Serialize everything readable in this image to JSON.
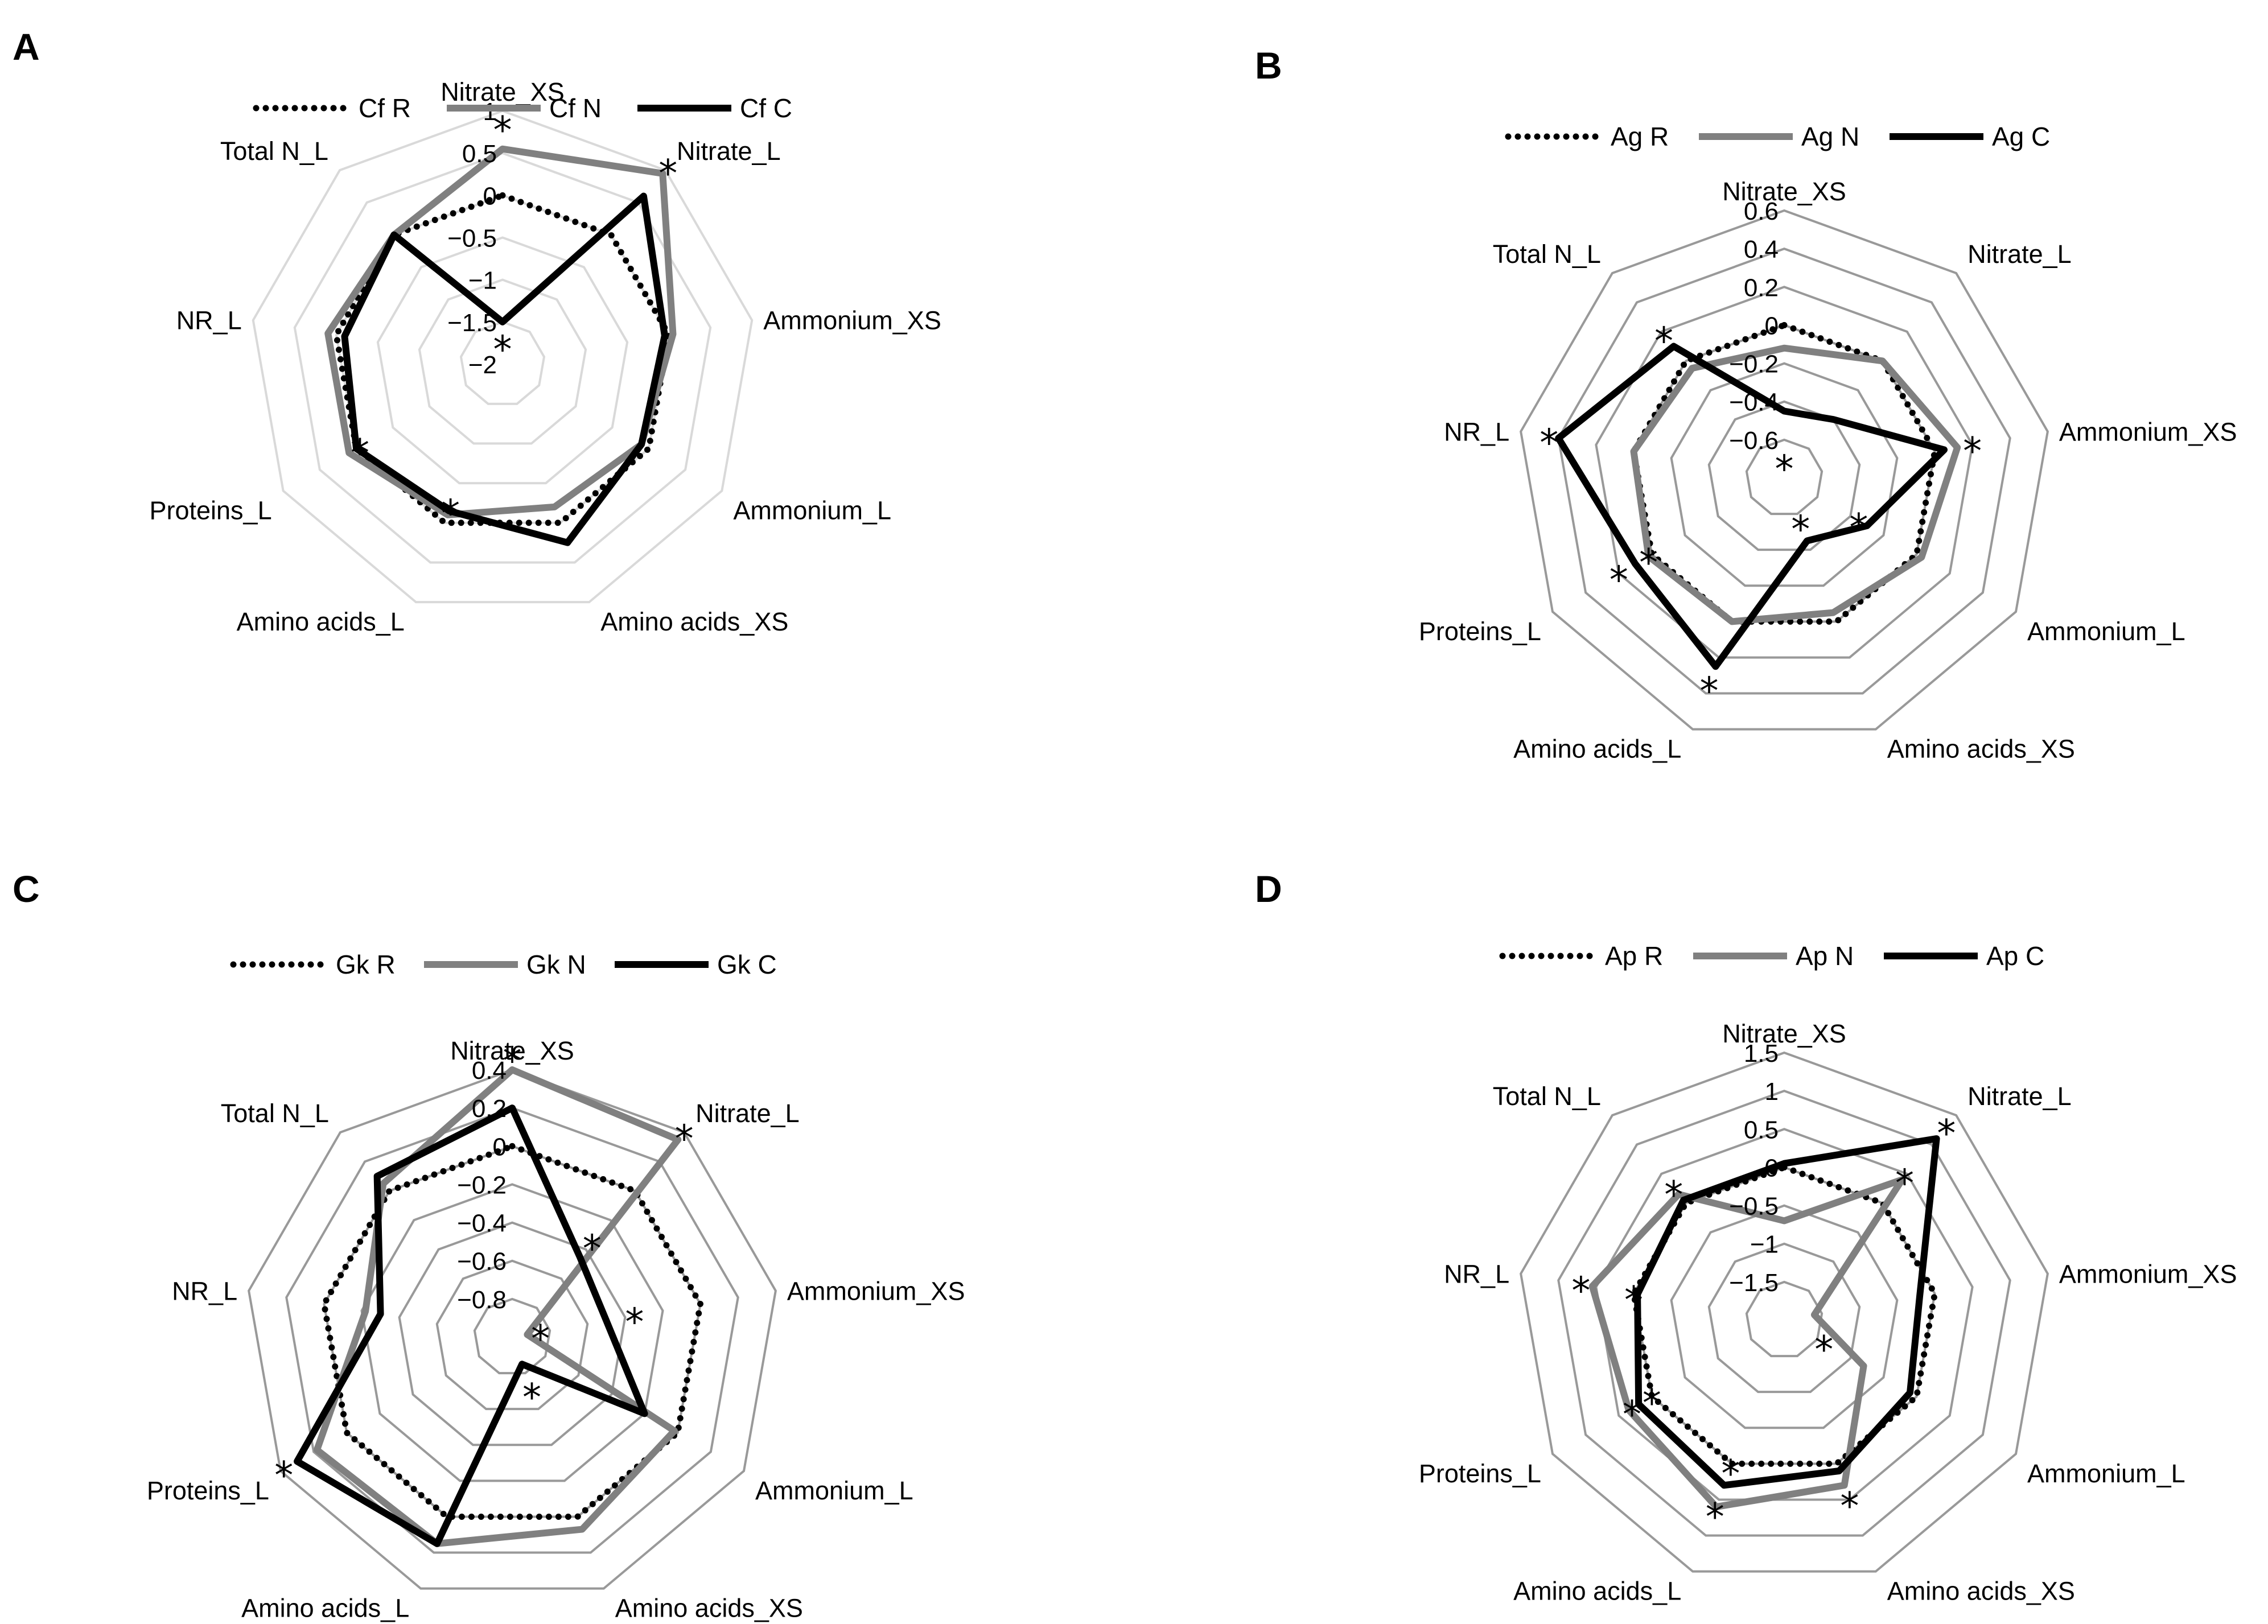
{
  "panels": [
    {
      "letter": "A"
    },
    {
      "letter": "B"
    },
    {
      "letter": "C"
    },
    {
      "letter": "D"
    }
  ],
  "chart_data": [
    {
      "type": "radar",
      "axes": [
        "Nitrate_XS",
        "Nitrate_L",
        "Ammonium_XS",
        "Ammonium_L",
        "Amino acids_XS",
        "Amino acids_L",
        "Proteins_L",
        "NR_L",
        "Total N_L"
      ],
      "ticks": [
        "1",
        "0.5",
        "0",
        "-0.5",
        "-1",
        "-1.5",
        "-2"
      ],
      "rlim": [
        -2,
        1
      ],
      "grid_color": "#d9d9d9",
      "legend": "top",
      "series": [
        {
          "name": "Cf R",
          "style": "dotted",
          "color": "#000000",
          "values": [
            0,
            0,
            0,
            0,
            0,
            0,
            0,
            0,
            0
          ]
        },
        {
          "name": "Cf N",
          "style": "solid",
          "color": "#808080",
          "values": [
            0.55,
            0.95,
            0.05,
            -0.1,
            -0.2,
            -0.1,
            0.1,
            0.1,
            0
          ]
        },
        {
          "name": "Cf C",
          "style": "solid",
          "color": "#000000",
          "values": [
            -1.5,
            0.6,
            -0.05,
            -0.1,
            0.25,
            -0.15,
            0,
            -0.1,
            0
          ]
        }
      ],
      "stars": [
        [
          0,
          0.85
        ],
        [
          1,
          1.05
        ],
        [
          0,
          -1.75
        ],
        [
          6,
          -0.05
        ],
        [
          5,
          -0.2
        ]
      ]
    },
    {
      "type": "radar",
      "axes": [
        "Nitrate_XS",
        "Nitrate_L",
        "Ammonium_XS",
        "Ammonium_L",
        "Amino acids_XS",
        "Amino acids_L",
        "Proteins_L",
        "NR_L",
        "Total N_L"
      ],
      "ticks": [
        "0.6",
        "0.4",
        "0.2",
        "0",
        "-0.2",
        "-0.4",
        "-0.6"
      ],
      "rlim": [
        -0.8,
        0.6
      ],
      "grid_color": "#999999",
      "legend": "top",
      "series": [
        {
          "name": "Ag R",
          "style": "dotted",
          "color": "#000000",
          "values": [
            0,
            0,
            0,
            0,
            0,
            0,
            0,
            0,
            0
          ]
        },
        {
          "name": "Ag N",
          "style": "solid",
          "color": "#808080",
          "values": [
            -0.12,
            0.0,
            0.12,
            0.03,
            -0.05,
            0.0,
            0.02,
            0.0,
            -0.05
          ]
        },
        {
          "name": "Ag C",
          "style": "solid",
          "color": "#000000",
          "values": [
            -0.45,
            -0.4,
            0.05,
            -0.3,
            -0.45,
            0.25,
            0.1,
            0.4,
            0.1
          ]
        }
      ],
      "stars": [
        [
          8,
          0.18
        ],
        [
          7,
          0.45
        ],
        [
          6,
          0.02
        ],
        [
          6,
          0.2
        ],
        [
          5,
          0.35
        ],
        [
          4,
          -0.55
        ],
        [
          3,
          -0.35
        ],
        [
          2,
          0.2
        ],
        [
          0,
          -0.72
        ]
      ]
    },
    {
      "type": "radar",
      "axes": [
        "Nitrate_XS",
        "Nitrate_L",
        "Ammonium_XS",
        "Ammonium_L",
        "Amino acids_XS",
        "Amino acids_L",
        "Proteins_L",
        "NR_L",
        "Total N_L"
      ],
      "ticks": [
        "0.4",
        "0.2",
        "0",
        "-0.2",
        "-0.4",
        "-0.6",
        "-0.8"
      ],
      "rlim": [
        -1,
        0.4
      ],
      "grid_color": "#999999",
      "legend": "top",
      "series": [
        {
          "name": "Gk R",
          "style": "dotted",
          "color": "#000000",
          "values": [
            0,
            0,
            0,
            0,
            0,
            0,
            0,
            0,
            0
          ]
        },
        {
          "name": "Gk N",
          "style": "solid",
          "color": "#808080",
          "values": [
            0.4,
            0.35,
            -0.92,
            -0.02,
            0.07,
            0.15,
            0.18,
            -0.22,
            0.05
          ]
        },
        {
          "name": "Gk C",
          "style": "solid",
          "color": "#000000",
          "values": [
            0.2,
            -0.45,
            -0.5,
            -0.2,
            -0.85,
            0.15,
            0.3,
            -0.3,
            0.1
          ]
        }
      ],
      "stars": [
        [
          0,
          0.48
        ],
        [
          1,
          0.4
        ],
        [
          1,
          -0.35
        ],
        [
          2,
          -0.35
        ],
        [
          2,
          -0.85
        ],
        [
          4,
          -0.7
        ],
        [
          6,
          0.38
        ]
      ]
    },
    {
      "type": "radar",
      "axes": [
        "Nitrate_XS",
        "Nitrate_L",
        "Ammonium_XS",
        "Ammonium_L",
        "Amino acids_XS",
        "Amino acids_L",
        "Proteins_L",
        "NR_L",
        "Total N_L"
      ],
      "ticks": [
        "1.5",
        "1",
        "0.5",
        "0",
        "-0.5",
        "-1",
        "-1.5"
      ],
      "rlim": [
        -2,
        1.5
      ],
      "grid_color": "#999999",
      "legend": "top",
      "series": [
        {
          "name": "Ap R",
          "style": "dotted",
          "color": "#000000",
          "values": [
            0,
            0,
            0,
            0,
            0,
            0,
            0,
            0,
            0
          ]
        },
        {
          "name": "Ap N",
          "style": "solid",
          "color": "#808080",
          "values": [
            -0.7,
            0.4,
            -1.6,
            -0.8,
            0.3,
            0.6,
            0.35,
            0.55,
            0.15
          ]
        },
        {
          "name": "Ap C",
          "style": "solid",
          "color": "#000000",
          "values": [
            0.05,
            1.1,
            -0.2,
            -0.1,
            0.1,
            0.3,
            0.2,
            -0.05,
            0.05
          ]
        }
      ],
      "stars": [
        [
          1,
          1.3
        ],
        [
          1,
          0.45
        ],
        [
          3,
          -1.4
        ],
        [
          4,
          0.5
        ],
        [
          5,
          0.65
        ],
        [
          5,
          0.05
        ],
        [
          6,
          0.3
        ],
        [
          6,
          0.0
        ],
        [
          7,
          0.7
        ],
        [
          7,
          0.0
        ],
        [
          8,
          0.25
        ]
      ]
    }
  ]
}
